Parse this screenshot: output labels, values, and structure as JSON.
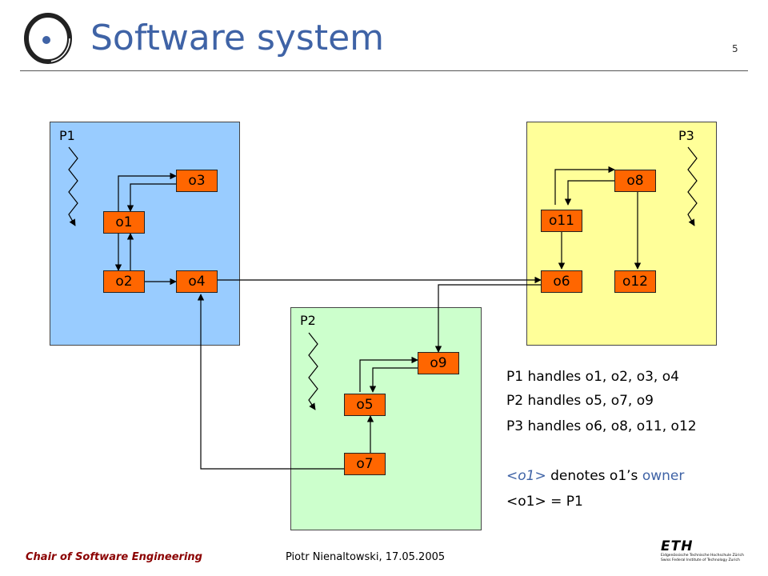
{
  "slide": {
    "title": "Software system",
    "page_number": "5"
  },
  "processors": [
    {
      "label": "P1",
      "color": "#99ccff"
    },
    {
      "label": "P2",
      "color": "#ccffcc"
    },
    {
      "label": "P3",
      "color": "#ffff99"
    }
  ],
  "objects": {
    "o1": "o1",
    "o2": "o2",
    "o3": "o3",
    "o4": "o4",
    "o5": "o5",
    "o7": "o7",
    "o9": "o9",
    "o6": "o6",
    "o8": "o8",
    "o11": "o11",
    "o12": "o12"
  },
  "notes": {
    "line1": "P1 handles o1, o2, o3, o4",
    "line2": "P2 handles o5, o7, o9",
    "line3": "P3 handles o6, o8, o11, o12",
    "line4_expr": "<o1>",
    "line4_mid": " denotes o1’s ",
    "line4_word": "owner",
    "line5": "<o1> = P1"
  },
  "footer": {
    "chair": "Chair of Software Engineering",
    "author_date": "Piotr Nienaltowski, 17.05.2005",
    "logo_text": "ETH",
    "logo_sub1": "Eidgenössische Technische Hochschule Zürich",
    "logo_sub2": "Swiss Federal Institute of Technology Zurich"
  },
  "colors": {
    "title": "#3f63a6",
    "object_fill": "#ff6600",
    "footer_chair": "#8b0000"
  }
}
